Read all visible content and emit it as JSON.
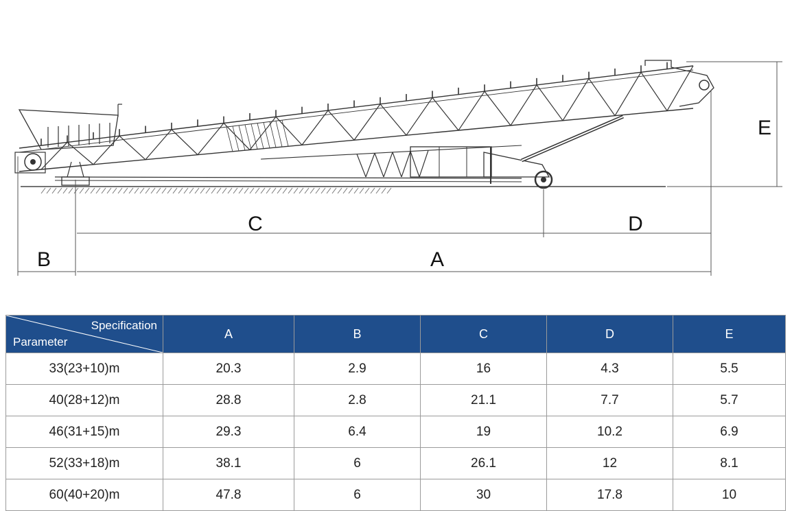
{
  "dimension_labels": {
    "A": "A",
    "B": "B",
    "C": "C",
    "D": "D",
    "E": "E"
  },
  "table": {
    "corner_top": "Specification",
    "corner_bottom": "Parameter",
    "columns": [
      "A",
      "B",
      "C",
      "D",
      "E"
    ],
    "rows": [
      {
        "model": "33(23+10)m",
        "values": [
          "20.3",
          "2.9",
          "16",
          "4.3",
          "5.5"
        ]
      },
      {
        "model": "40(28+12)m",
        "values": [
          "28.8",
          "2.8",
          "21.1",
          "7.7",
          "5.7"
        ]
      },
      {
        "model": "46(31+15)m",
        "values": [
          "29.3",
          "6.4",
          "19",
          "10.2",
          "6.9"
        ]
      },
      {
        "model": "52(33+18)m",
        "values": [
          "38.1",
          "6",
          "26.1",
          "12",
          "8.1"
        ]
      },
      {
        "model": "60(40+20)m",
        "values": [
          "47.8",
          "6",
          "30",
          "17.8",
          "10"
        ]
      }
    ]
  },
  "colors": {
    "header_bg": "#1f4e8c",
    "header_text": "#ffffff",
    "line": "#333333"
  }
}
